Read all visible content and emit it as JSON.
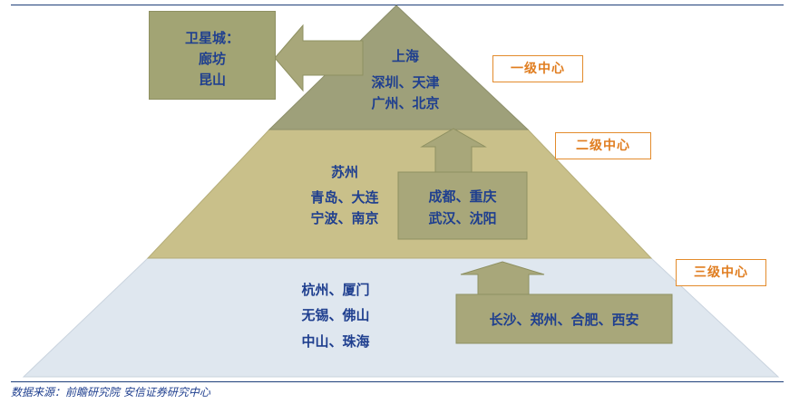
{
  "satellite": {
    "title": "卫星城：",
    "city1": "廊坊",
    "city2": "昆山"
  },
  "tier1": {
    "label": "一级中心",
    "line1": "上海",
    "line2": "深圳、天津",
    "line3": "广州、北京"
  },
  "tier2": {
    "label": "二级中心",
    "main1": "苏州",
    "main2": "青岛、大连",
    "main3": "宁波、南京",
    "box1": "成都、重庆",
    "box2": "武汉、沈阳"
  },
  "tier3": {
    "label": "三级中心",
    "main1": "杭州、厦门",
    "main2": "无锡、佛山",
    "main3": "中山、珠海",
    "box": "长沙、郑州、合肥、西安"
  },
  "source": "数据来源：前瞻研究院 安信证券研究中心",
  "colors": {
    "tier1_fill": "#9ea07a",
    "tier2_fill": "#c9c08a",
    "tier3_fill": "#dfe7ef",
    "box_fill": "#a8a77a",
    "text": "#1f3f8f",
    "label_orange": "#e07d1f"
  }
}
